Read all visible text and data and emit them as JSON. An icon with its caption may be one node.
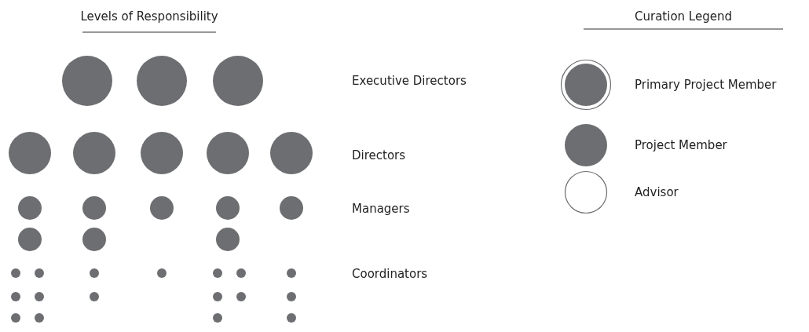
{
  "diagram": {
    "labels": [
      "Levels of Responsibility",
      "Curation Legend",
      "Executive Directors",
      "Directors",
      "Managers",
      "Coordinators"
    ],
    "legend": [
      {
        "text": "Primary Project Member"
      },
      {
        "text": "Project Member"
      },
      {
        "text": "Advisor"
      }
    ]
  }
}
